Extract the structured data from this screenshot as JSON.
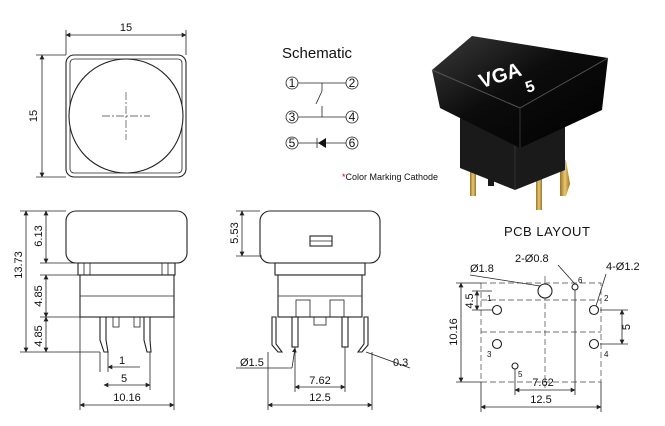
{
  "top_view": {
    "width_dim": "15",
    "height_dim": "15"
  },
  "schematic": {
    "title": "Schematic",
    "pins": [
      "1",
      "2",
      "3",
      "4",
      "5",
      "6"
    ],
    "note_mark": "*",
    "note_text": "Color Marking Cathode"
  },
  "product": {
    "cap_text": "VGA",
    "cap_number": "5",
    "colors": {
      "cap": "#111111",
      "led": "#6aa8ff",
      "base": "#1a1a1a",
      "pins": "#c9a24a"
    }
  },
  "front_view": {
    "dims": {
      "overall_height": "13.73",
      "cap_height": "6.13",
      "body_height": "4.85",
      "pin_length": "4.85",
      "pin_pitch": "5",
      "pin_width": "1",
      "overall_width": "10.16"
    }
  },
  "side_view": {
    "dims": {
      "cap_height": "5.53",
      "pin_diameter": "Ø1.5",
      "pin_thickness": "0.3",
      "pin_spacing": "7.62",
      "overall_width": "12.5"
    }
  },
  "pcb_layout": {
    "title": "PCB LAYOUT",
    "labels": {
      "large_hole": "Ø1.8",
      "two_holes": "2-Ø0.8",
      "four_holes": "4-Ø1.2",
      "height": "10.16",
      "vertical_spacing": "4.5",
      "right_spacing": "5",
      "bottom_spacing": "7.62",
      "overall_width": "12.5"
    },
    "pins": [
      "1",
      "2",
      "3",
      "4",
      "5",
      "6"
    ]
  }
}
